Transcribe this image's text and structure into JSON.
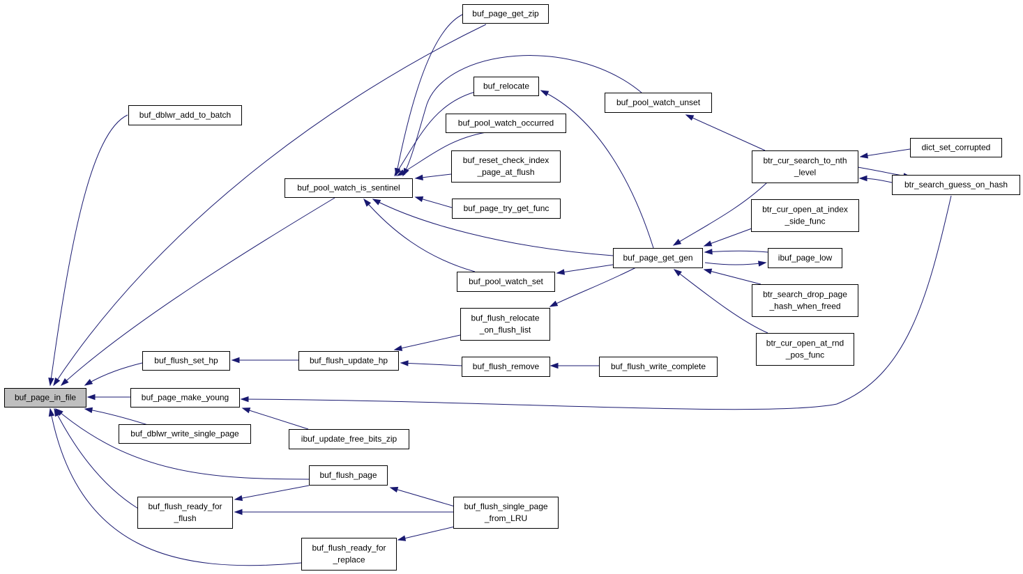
{
  "graph": {
    "colors": {
      "edge": "#191970",
      "root_fill": "#bfbfbf",
      "node_fill": "#ffffff",
      "node_border": "#000000"
    },
    "root": "buf_page_in_file",
    "nodes": [
      {
        "id": "buf_page_in_file",
        "lines": [
          "buf_page_in_file"
        ]
      },
      {
        "id": "buf_dblwr_add_to_batch",
        "lines": [
          "buf_dblwr_add_to_batch"
        ]
      },
      {
        "id": "buf_pool_watch_is_sentinel",
        "lines": [
          "buf_pool_watch_is_sentinel"
        ]
      },
      {
        "id": "buf_flush_set_hp",
        "lines": [
          "buf_flush_set_hp"
        ]
      },
      {
        "id": "buf_page_make_young",
        "lines": [
          "buf_page_make_young"
        ]
      },
      {
        "id": "buf_dblwr_write_single_page",
        "lines": [
          "buf_dblwr_write_single_page"
        ]
      },
      {
        "id": "buf_flush_page",
        "lines": [
          "buf_flush_page"
        ]
      },
      {
        "id": "buf_flush_ready_for_flush",
        "lines": [
          "buf_flush_ready_for",
          "_flush"
        ]
      },
      {
        "id": "buf_flush_ready_for_replace",
        "lines": [
          "buf_flush_ready_for",
          "_replace"
        ]
      },
      {
        "id": "buf_page_get_zip",
        "lines": [
          "buf_page_get_zip"
        ]
      },
      {
        "id": "buf_relocate",
        "lines": [
          "buf_relocate"
        ]
      },
      {
        "id": "buf_pool_watch_occurred",
        "lines": [
          "buf_pool_watch_occurred"
        ]
      },
      {
        "id": "buf_reset_check_index_page_at_flush",
        "lines": [
          "buf_reset_check_index",
          "_page_at_flush"
        ]
      },
      {
        "id": "buf_page_try_get_func",
        "lines": [
          "buf_page_try_get_func"
        ]
      },
      {
        "id": "buf_pool_watch_set",
        "lines": [
          "buf_pool_watch_set"
        ]
      },
      {
        "id": "buf_flush_update_hp",
        "lines": [
          "buf_flush_update_hp"
        ]
      },
      {
        "id": "buf_flush_relocate_on_flush_list",
        "lines": [
          "buf_flush_relocate",
          "_on_flush_list"
        ]
      },
      {
        "id": "buf_flush_remove",
        "lines": [
          "buf_flush_remove"
        ]
      },
      {
        "id": "ibuf_update_free_bits_zip",
        "lines": [
          "ibuf_update_free_bits_zip"
        ]
      },
      {
        "id": "buf_flush_single_page_from_LRU",
        "lines": [
          "buf_flush_single_page",
          "_from_LRU"
        ]
      },
      {
        "id": "buf_pool_watch_unset",
        "lines": [
          "buf_pool_watch_unset"
        ]
      },
      {
        "id": "buf_page_get_gen",
        "lines": [
          "buf_page_get_gen"
        ]
      },
      {
        "id": "buf_flush_write_complete",
        "lines": [
          "buf_flush_write_complete"
        ]
      },
      {
        "id": "btr_cur_search_to_nth_level",
        "lines": [
          "btr_cur_search_to_nth",
          "_level"
        ]
      },
      {
        "id": "btr_cur_open_at_index_side_func",
        "lines": [
          "btr_cur_open_at_index",
          "_side_func"
        ]
      },
      {
        "id": "ibuf_page_low",
        "lines": [
          "ibuf_page_low"
        ]
      },
      {
        "id": "btr_search_drop_page_hash_when_freed",
        "lines": [
          "btr_search_drop_page",
          "_hash_when_freed"
        ]
      },
      {
        "id": "btr_cur_open_at_rnd_pos_func",
        "lines": [
          "btr_cur_open_at_rnd",
          "_pos_func"
        ]
      },
      {
        "id": "dict_set_corrupted",
        "lines": [
          "dict_set_corrupted"
        ]
      },
      {
        "id": "btr_search_guess_on_hash",
        "lines": [
          "btr_search_guess_on_hash"
        ]
      }
    ],
    "edges": [
      {
        "from": "buf_dblwr_add_to_batch",
        "to": "buf_page_in_file"
      },
      {
        "from": "buf_page_get_zip",
        "to": "buf_page_in_file"
      },
      {
        "from": "buf_pool_watch_is_sentinel",
        "to": "buf_page_in_file"
      },
      {
        "from": "buf_flush_set_hp",
        "to": "buf_page_in_file"
      },
      {
        "from": "buf_page_make_young",
        "to": "buf_page_in_file"
      },
      {
        "from": "buf_dblwr_write_single_page",
        "to": "buf_page_in_file"
      },
      {
        "from": "buf_flush_page",
        "to": "buf_page_in_file"
      },
      {
        "from": "buf_flush_ready_for_flush",
        "to": "buf_page_in_file"
      },
      {
        "from": "buf_flush_ready_for_replace",
        "to": "buf_page_in_file"
      },
      {
        "from": "buf_page_get_zip",
        "to": "buf_pool_watch_is_sentinel"
      },
      {
        "from": "buf_pool_watch_unset",
        "to": "buf_pool_watch_is_sentinel"
      },
      {
        "from": "buf_relocate",
        "to": "buf_pool_watch_is_sentinel"
      },
      {
        "from": "buf_pool_watch_occurred",
        "to": "buf_pool_watch_is_sentinel"
      },
      {
        "from": "buf_reset_check_index_page_at_flush",
        "to": "buf_pool_watch_is_sentinel"
      },
      {
        "from": "buf_page_try_get_func",
        "to": "buf_pool_watch_is_sentinel"
      },
      {
        "from": "buf_pool_watch_set",
        "to": "buf_pool_watch_is_sentinel"
      },
      {
        "from": "buf_page_get_gen",
        "to": "buf_pool_watch_is_sentinel"
      },
      {
        "from": "buf_flush_update_hp",
        "to": "buf_flush_set_hp"
      },
      {
        "from": "buf_flush_relocate_on_flush_list",
        "to": "buf_flush_update_hp"
      },
      {
        "from": "buf_flush_remove",
        "to": "buf_flush_update_hp"
      },
      {
        "from": "buf_flush_write_complete",
        "to": "buf_flush_remove"
      },
      {
        "from": "ibuf_update_free_bits_zip",
        "to": "buf_page_make_young"
      },
      {
        "from": "btr_search_guess_on_hash",
        "to": "buf_page_make_young"
      },
      {
        "from": "buf_flush_page",
        "to": "buf_flush_ready_for_flush"
      },
      {
        "from": "buf_flush_single_page_from_LRU",
        "to": "buf_flush_ready_for_flush"
      },
      {
        "from": "buf_flush_single_page_from_LRU",
        "to": "buf_flush_page"
      },
      {
        "from": "buf_flush_single_page_from_LRU",
        "to": "buf_flush_ready_for_replace"
      },
      {
        "from": "buf_page_get_gen",
        "to": "buf_relocate"
      },
      {
        "from": "buf_page_get_gen",
        "to": "buf_pool_watch_set"
      },
      {
        "from": "buf_page_get_gen",
        "to": "buf_flush_relocate_on_flush_list"
      },
      {
        "from": "btr_cur_search_to_nth_level",
        "to": "buf_pool_watch_unset"
      },
      {
        "from": "btr_cur_search_to_nth_level",
        "to": "buf_page_get_gen"
      },
      {
        "from": "btr_cur_open_at_index_side_func",
        "to": "buf_page_get_gen"
      },
      {
        "from": "ibuf_page_low",
        "to": "buf_page_get_gen"
      },
      {
        "from": "buf_page_get_gen",
        "to": "ibuf_page_low"
      },
      {
        "from": "btr_search_drop_page_hash_when_freed",
        "to": "buf_page_get_gen"
      },
      {
        "from": "btr_cur_open_at_rnd_pos_func",
        "to": "buf_page_get_gen"
      },
      {
        "from": "dict_set_corrupted",
        "to": "btr_cur_search_to_nth_level"
      },
      {
        "from": "btr_search_guess_on_hash",
        "to": "btr_cur_search_to_nth_level"
      },
      {
        "from": "btr_cur_search_to_nth_level",
        "to": "btr_search_guess_on_hash"
      }
    ]
  }
}
